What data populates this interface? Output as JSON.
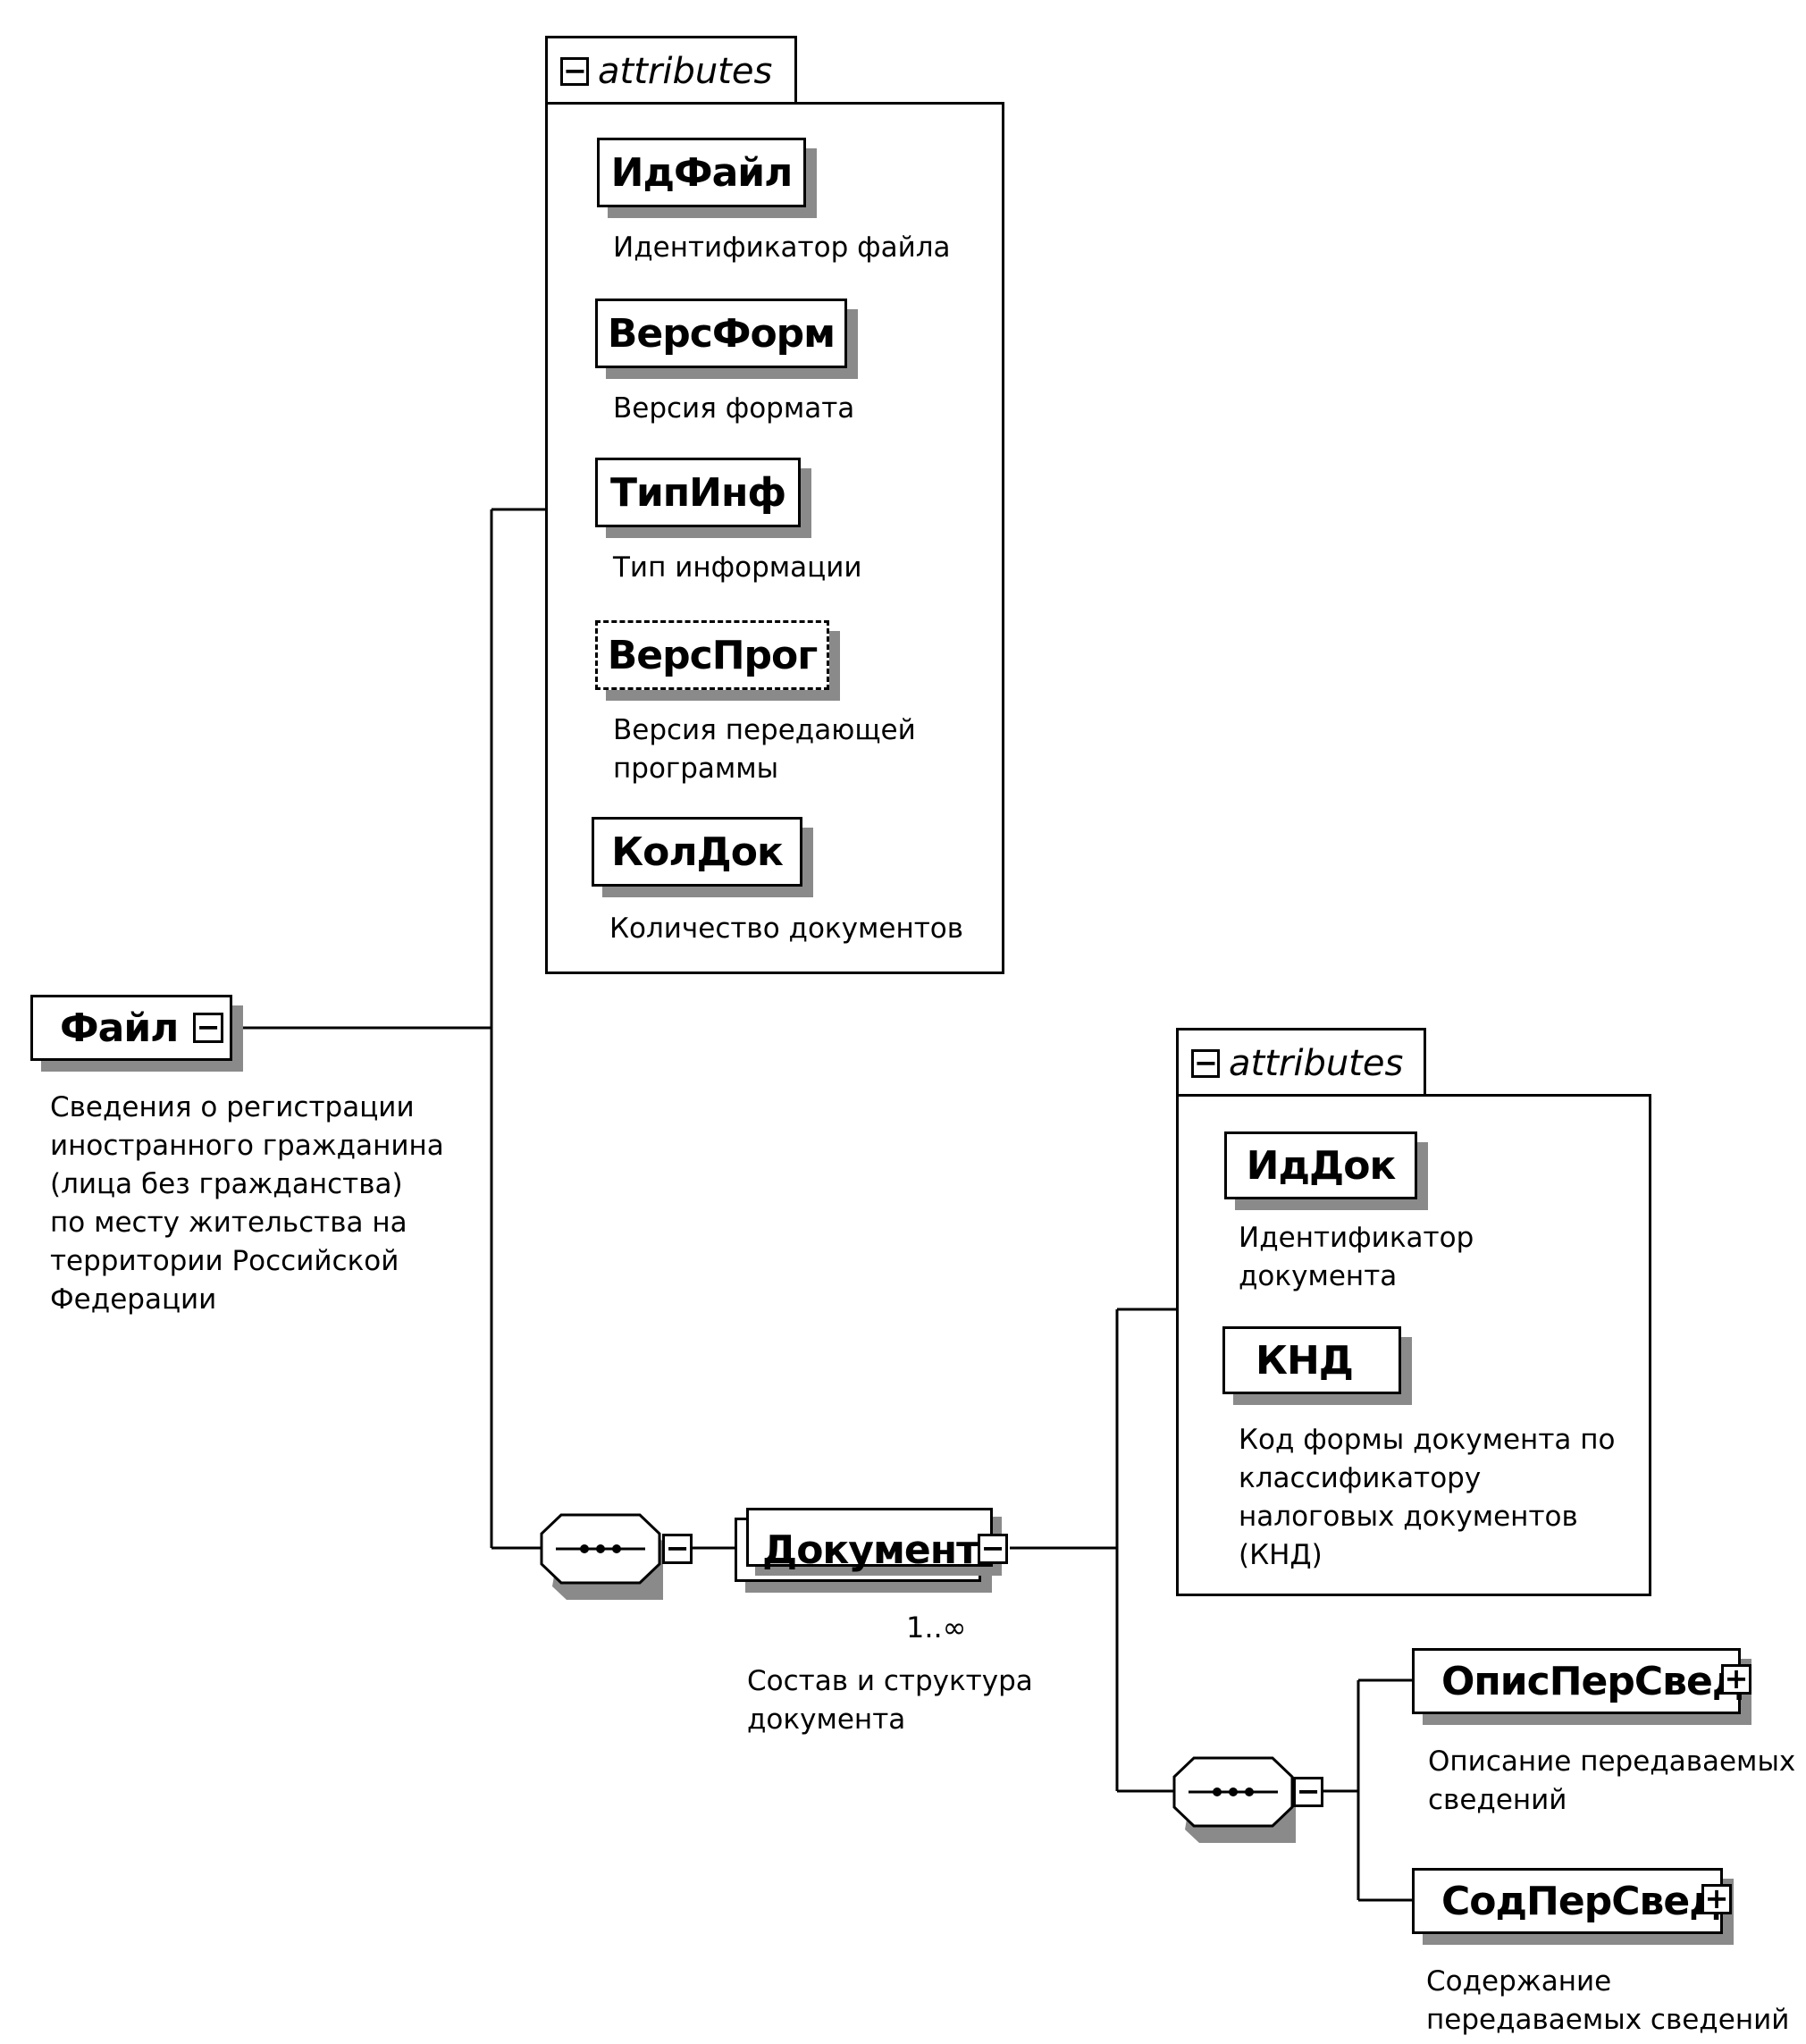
{
  "root": {
    "name": "Файл",
    "description": "Сведения о регистрации\nиностранного гражданина\n(лица без гражданства)\nпо месту жительства на\nтерритории Российской\nФедерации"
  },
  "attributes_group_1": {
    "tab_label": "attributes",
    "items": [
      {
        "name": "ИдФайл",
        "description": "Идентификатор файла",
        "optional": false
      },
      {
        "name": "ВерсФорм",
        "description": "Версия формата",
        "optional": false
      },
      {
        "name": "ТипИнф",
        "description": "Тип информации",
        "optional": false
      },
      {
        "name": "ВерсПрог",
        "description": "Версия передающей\nпрограммы",
        "optional": true
      },
      {
        "name": "КолДок",
        "description": "Количество документов",
        "optional": false
      }
    ]
  },
  "document": {
    "name": "Документ",
    "occurrence": "1..∞",
    "description": "Состав и структура\nдокумента"
  },
  "attributes_group_2": {
    "tab_label": "attributes",
    "items": [
      {
        "name": "ИдДок",
        "description": "Идентификатор\nдокумента"
      },
      {
        "name": "КНД",
        "description": "Код формы документа по\nклассификатору\nналоговых документов\n(КНД)"
      }
    ]
  },
  "children": [
    {
      "name": "ОписПерСвед",
      "description": "Описание передаваемых\nсведений"
    },
    {
      "name": "СодПерСвед",
      "description": "Содержание\nпередаваемых сведений"
    }
  ],
  "symbols": {
    "collapse": "−",
    "expand": "+"
  }
}
